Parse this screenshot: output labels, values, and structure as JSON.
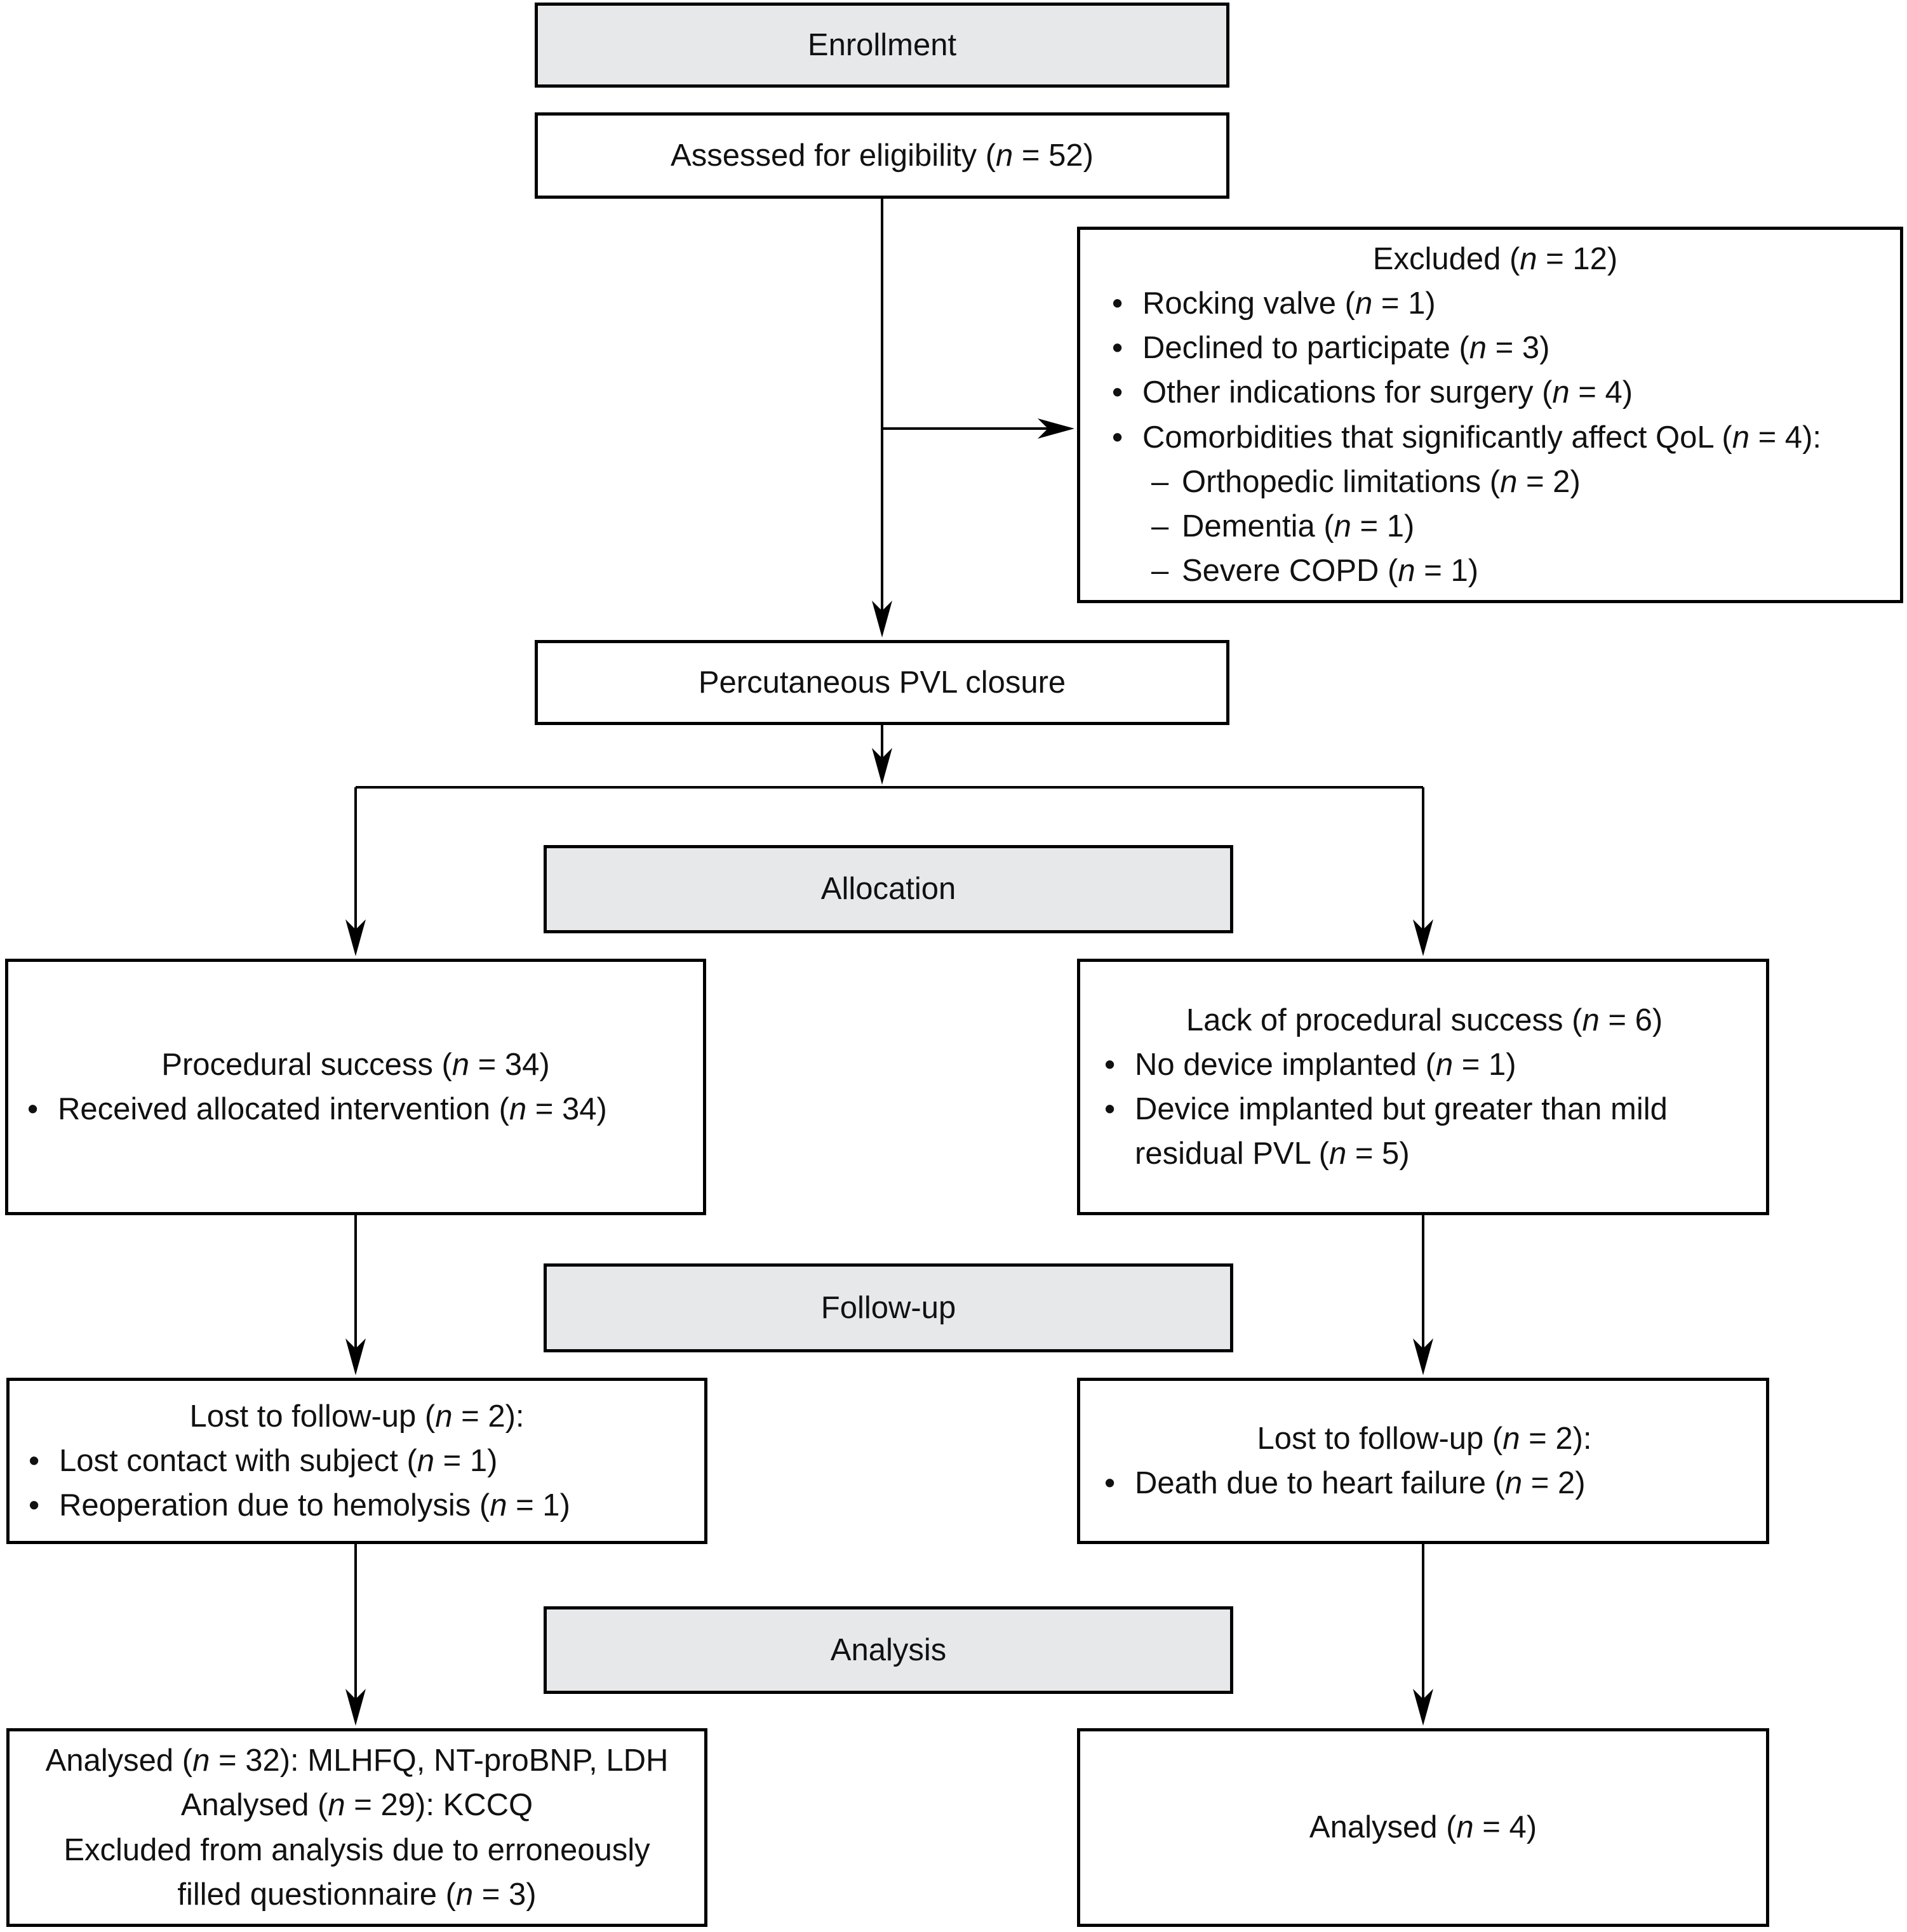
{
  "colors": {
    "bar_fill": "#e6e8e9",
    "box_fill": "#ffffff",
    "line_color": "#000000",
    "text_color": "#111111"
  },
  "markers": {
    "bullet": "•",
    "dash": "–"
  },
  "stages": {
    "enrollment": "Enrollment",
    "allocation": "Allocation",
    "followup": "Follow-up",
    "analysis": "Analysis"
  },
  "boxes": {
    "assessed": {
      "text": "Assessed for eligibility (n = 52)"
    },
    "excluded": {
      "title": "Excluded (n = 12)",
      "items": [
        {
          "text": "Rocking valve (n = 1)"
        },
        {
          "text": "Declined to participate (n = 3)"
        },
        {
          "text": "Other indications for surgery (n = 4)"
        },
        {
          "text": "Comorbidities that significantly affect QoL (n = 4):"
        }
      ],
      "subitems": [
        {
          "text": "Orthopedic limitations (n = 2)"
        },
        {
          "text": "Dementia (n = 1)"
        },
        {
          "text": "Severe COPD (n = 1)"
        }
      ]
    },
    "procedure": {
      "text": "Percutaneous PVL closure"
    },
    "alloc_left": {
      "title": "Procedural success (n = 34)",
      "items": [
        {
          "text": "Received allocated intervention (n = 34)"
        }
      ]
    },
    "alloc_right": {
      "title": "Lack of procedural success (n = 6)",
      "items": [
        {
          "text": "No device implanted (n = 1)"
        },
        {
          "text": "Device implanted but greater than mild residual PVL (n = 5)"
        }
      ]
    },
    "fu_left": {
      "title": "Lost to follow-up (n = 2):",
      "items": [
        {
          "text": "Lost contact with subject (n = 1)"
        },
        {
          "text": "Reoperation due to hemolysis (n = 1)"
        }
      ]
    },
    "fu_right": {
      "title": "Lost to follow-up (n = 2):",
      "items": [
        {
          "text": "Death due to heart failure (n = 2)"
        }
      ]
    },
    "an_left": {
      "lines": [
        "Analysed (n = 32): MLHFQ, NT-proBNP, LDH",
        "Analysed (n = 29): KCCQ",
        "Excluded from analysis due to erroneously",
        "filled questionnaire (n = 3)"
      ]
    },
    "an_right": {
      "text": "Analysed (n = 4)"
    }
  }
}
